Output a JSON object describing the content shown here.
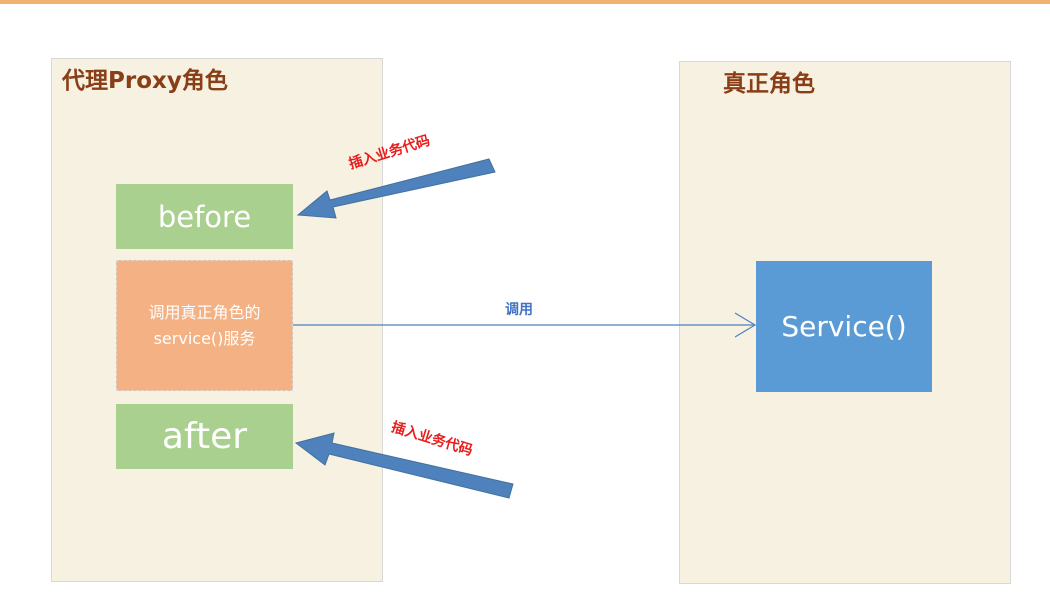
{
  "proxy_role": {
    "title": "代理Proxy角色",
    "before_label": "before",
    "service_call_line1": "调用真正角色的",
    "service_call_line2": "service()服务",
    "after_label": "after"
  },
  "real_role": {
    "title": "真正角色",
    "service_label": "Service()"
  },
  "arrows": {
    "insert_top": "插入业务代码",
    "insert_bottom": "插入业务代码",
    "call_label": "调用"
  },
  "colors": {
    "panel_bg": "#f6f1e1",
    "title_text": "#8a3e17",
    "green_box": "#a9d08e",
    "orange_box": "#f4b183",
    "blue_box": "#5b9bd5",
    "arrow_blue": "#4f81bd",
    "annotation_red": "#e81c1c"
  }
}
